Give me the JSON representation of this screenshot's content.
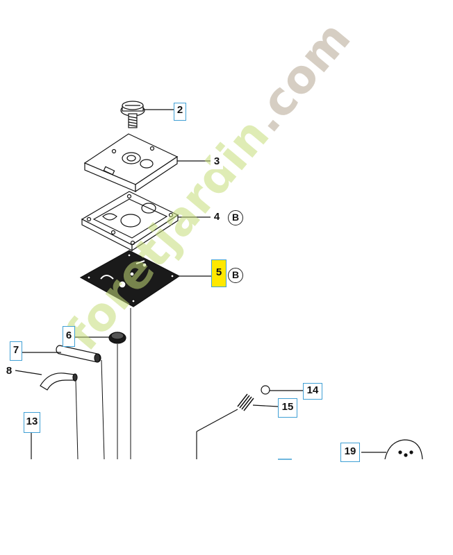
{
  "callouts": {
    "c2": "2",
    "c3": "3",
    "c4": "4",
    "c5": "5",
    "c6": "6",
    "c7": "7",
    "c8": "8",
    "c13": "13",
    "c14": "14",
    "c15": "15",
    "c19": "19"
  },
  "badges": {
    "b4": "B",
    "b5": "B"
  },
  "watermark": {
    "brand": "foretjardin",
    "tld": ".com"
  },
  "colors": {
    "callout_border": "#3f9fd4",
    "highlight": "#ffe800",
    "watermark_green": "#c4dc78"
  }
}
